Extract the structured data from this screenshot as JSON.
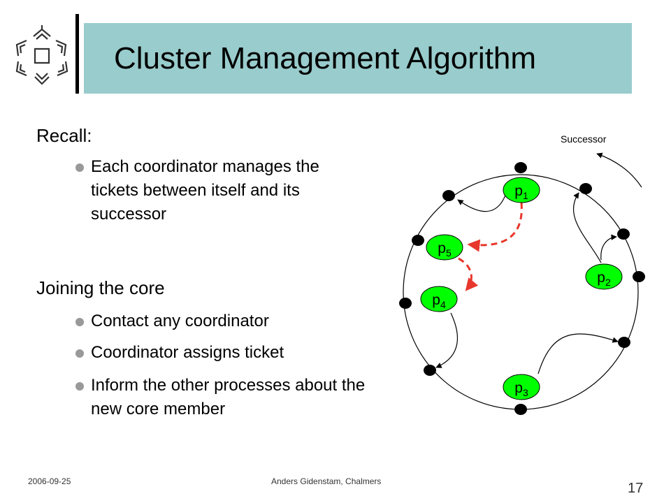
{
  "slide": {
    "title": "Cluster Management Algorithm",
    "sections": [
      {
        "heading": "Recall:",
        "bullets": [
          "Each coordinator manages the tickets between itself and its successor"
        ]
      },
      {
        "heading": "Joining the core",
        "bullets": [
          "Contact any coordinator",
          "Coordinator assigns ticket",
          "Inform the other processes about the new core member"
        ]
      }
    ]
  },
  "diagram": {
    "successor_label": "Successor",
    "processes": [
      {
        "base": "p",
        "sub": "1"
      },
      {
        "base": "p",
        "sub": "2"
      },
      {
        "base": "p",
        "sub": "3"
      },
      {
        "base": "p",
        "sub": "4"
      },
      {
        "base": "p",
        "sub": "5"
      }
    ],
    "colors": {
      "process_fill": "#00ff00",
      "ticket": "#000000",
      "ring": "#000000",
      "new_member_arrow": "#e8372c",
      "title_bar": "#99cccc",
      "bullet": "#999999"
    }
  },
  "footer": {
    "date": "2006-09-25",
    "author": "Anders Gidenstam, Chalmers",
    "page": "17"
  },
  "icons": {
    "logo": "chalmers-logo-icon",
    "bullet": "bullet-dot-icon"
  }
}
